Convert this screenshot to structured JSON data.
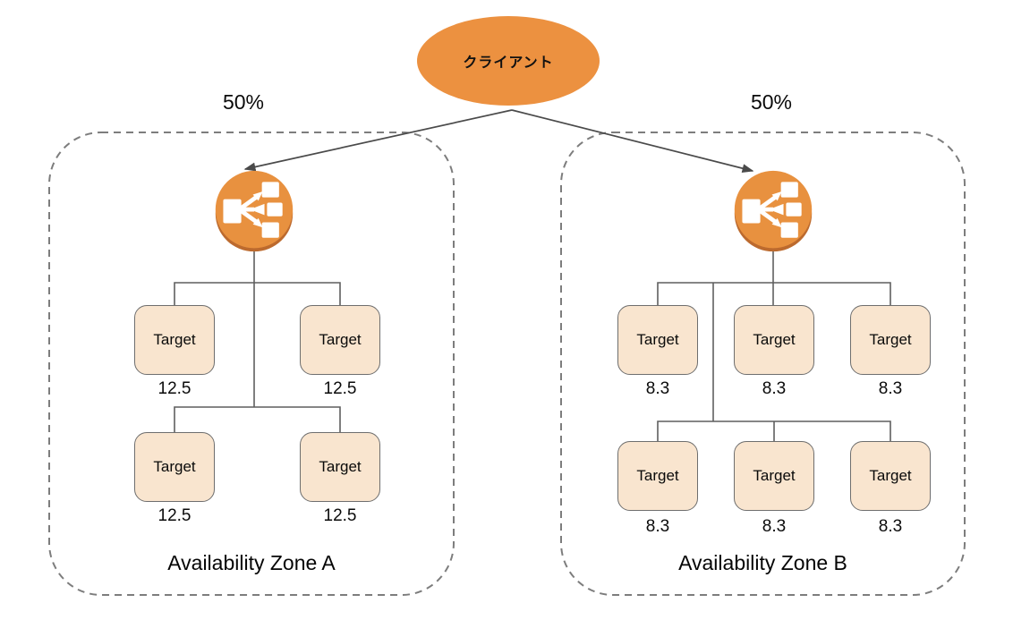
{
  "client": {
    "label": "クライアント"
  },
  "traffic_split": {
    "zone_a": "50%",
    "zone_b": "50%"
  },
  "zones": [
    {
      "name": "Availability Zone A",
      "load_balancer_icon": "elastic-load-balancer-icon",
      "targets": [
        {
          "label": "Target",
          "weight": "12.5"
        },
        {
          "label": "Target",
          "weight": "12.5"
        },
        {
          "label": "Target",
          "weight": "12.5"
        },
        {
          "label": "Target",
          "weight": "12.5"
        }
      ]
    },
    {
      "name": "Availability Zone B",
      "load_balancer_icon": "elastic-load-balancer-icon",
      "targets": [
        {
          "label": "Target",
          "weight": "8.3"
        },
        {
          "label": "Target",
          "weight": "8.3"
        },
        {
          "label": "Target",
          "weight": "8.3"
        },
        {
          "label": "Target",
          "weight": "8.3"
        },
        {
          "label": "Target",
          "weight": "8.3"
        },
        {
          "label": "Target",
          "weight": "8.3"
        }
      ]
    }
  ],
  "colors": {
    "node_orange": "#EC9140",
    "lb_orange": "#E8913F",
    "lb_shadow": "#BC6A2E",
    "target_fill": "#F9E5CF",
    "target_border": "#6E6E6E",
    "line": "#5F5F5F",
    "arrow": "#4A4A4A",
    "dashed_border": "#7D7D7D",
    "text": "#000000"
  }
}
